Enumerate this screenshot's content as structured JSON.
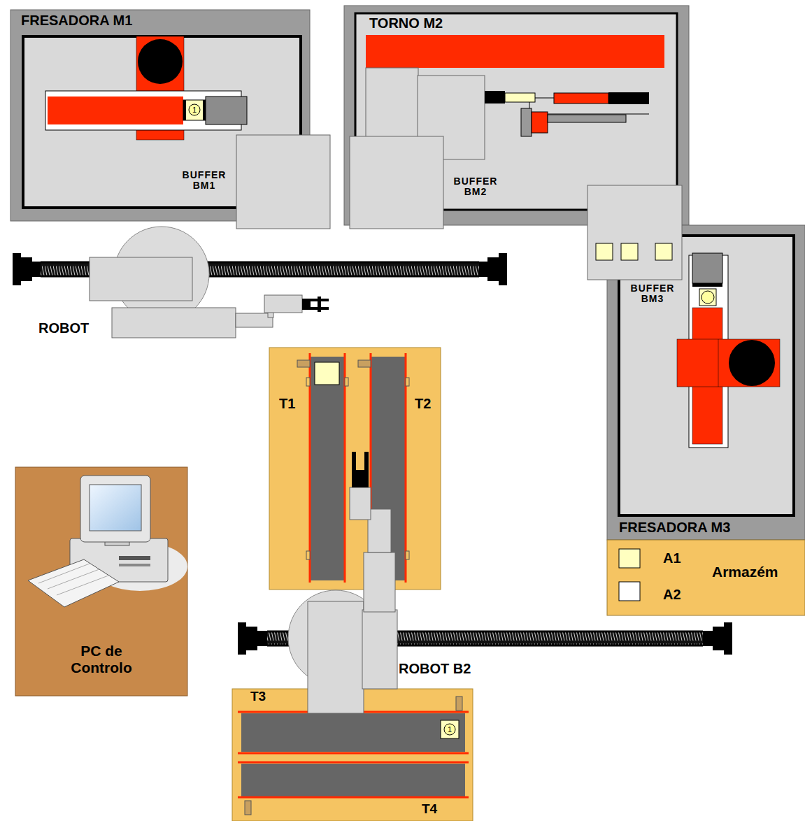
{
  "diagram": {
    "nodes": [
      {
        "text": [
          "FRESADORA M1"
        ]
      },
      {
        "text": [
          "TORNO M2"
        ]
      },
      {
        "text": [
          "FRESADORA M3"
        ]
      },
      {
        "text": [
          "PC de Controlo"
        ]
      },
      {
        "text": [
          "Armazém"
        ]
      }
    ],
    "labels": [
      "BUFFER BM1",
      "1",
      "BUFFER BM2",
      "BUFFER BM3",
      "ROBOT",
      "T1",
      "T2",
      "ROBOT B2",
      "T3",
      "1",
      "T4",
      "A1",
      "A2"
    ]
  }
}
